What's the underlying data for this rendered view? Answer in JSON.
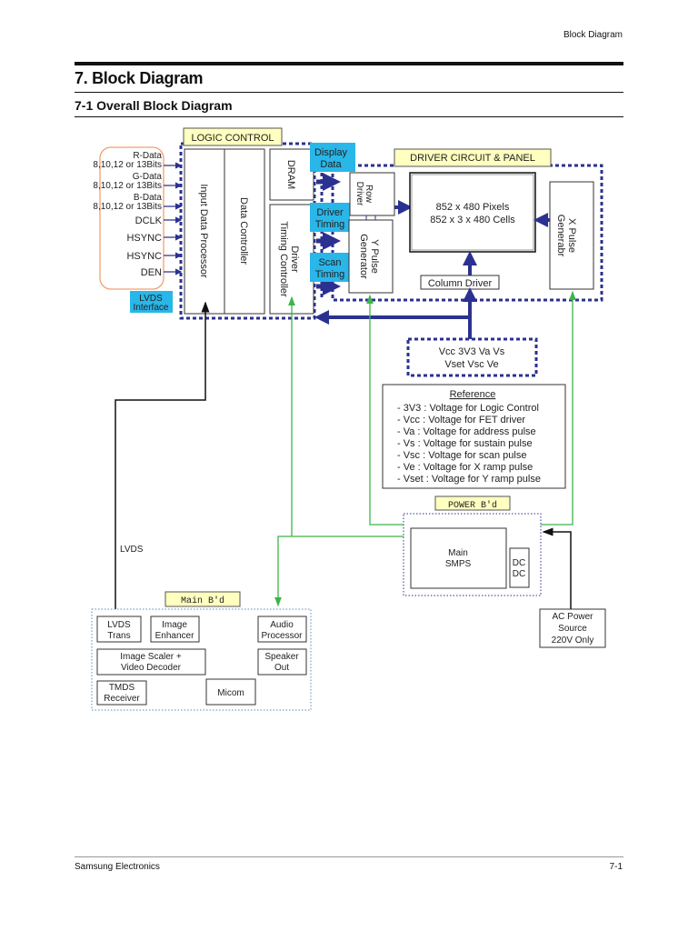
{
  "header": {
    "section": "Block Diagram"
  },
  "page_title": "7. Block Diagram",
  "subtitle": "7-1 Overall Block Diagram",
  "footer": {
    "company": "Samsung Electronics",
    "page": "7-1"
  },
  "colors": {
    "navy": "#2b3190",
    "cyan": "#29b6e8",
    "label_fill": "#ffffc0",
    "green": "#3cb54a",
    "orange": "#f0a070"
  },
  "diagram": {
    "logic_control": "LOGIC CONTROL",
    "driver_circuit": "DRIVER CIRCUIT & PANEL",
    "inputs": [
      "R-Data",
      "8,10,12 or 13Bits",
      "G-Data",
      "8,10,12 or 13Bits",
      "B-Data",
      "8,10,12 or 13Bits",
      "DCLK",
      "HSYNC",
      "HSYNC",
      "DEN"
    ],
    "lvds_interface": [
      "LVDS",
      "Interface"
    ],
    "input_data_processor": "Input Data Processor",
    "data_controller": "Data Controller",
    "dram": "DRAM",
    "driver_timing_controller": [
      "Driver",
      "Timing Controller"
    ],
    "display_data": [
      "Display",
      "Data"
    ],
    "driver_timing": [
      "Driver",
      "Timing"
    ],
    "scan_timing": [
      "Scan",
      "Timing"
    ],
    "row_driver": [
      "Row",
      "Driver"
    ],
    "y_pulse": [
      "Y Pulse",
      "Generator"
    ],
    "panel": [
      "852 x 480 Pixels",
      "852 x 3 x 480 Cells"
    ],
    "column_driver": "Column Driver",
    "x_pulse": [
      "X Pulse",
      "Generabr"
    ],
    "voltages": [
      "Vcc  3V3  Va  Vs",
      "Vset  Vsc  Ve"
    ],
    "reference_title": "Reference",
    "reference": [
      "- 3V3  : Voltage for Logic Control",
      "- Vcc   : Voltage for FET driver",
      "- Va     : Voltage for address pulse",
      "- Vs     : Voltage for sustain pulse",
      "- Vsc   : Voltage for scan pulse",
      "- Ve     : Voltage for X ramp pulse",
      "- Vset : Voltage for Y ramp pulse"
    ],
    "power_bd": "POWER B'd",
    "main_smps": [
      "Main",
      "SMPS"
    ],
    "dc_dc": [
      "DC",
      "DC"
    ],
    "ac_power": [
      "AC Power",
      "Source",
      "220V Only"
    ],
    "lvds_label": "LVDS",
    "main_bd": "Main B'd",
    "lvds_trans": [
      "LVDS",
      "Trans"
    ],
    "image_enhancer": [
      "Image",
      "Enhancer"
    ],
    "audio_processor": [
      "Audio",
      "Processor"
    ],
    "image_scaler": [
      "Image Scaler +",
      "Video Decoder"
    ],
    "speaker_out": [
      "Speaker",
      "Out"
    ],
    "tmds": [
      "TMDS",
      "Receiver"
    ],
    "micom": "Micom"
  }
}
